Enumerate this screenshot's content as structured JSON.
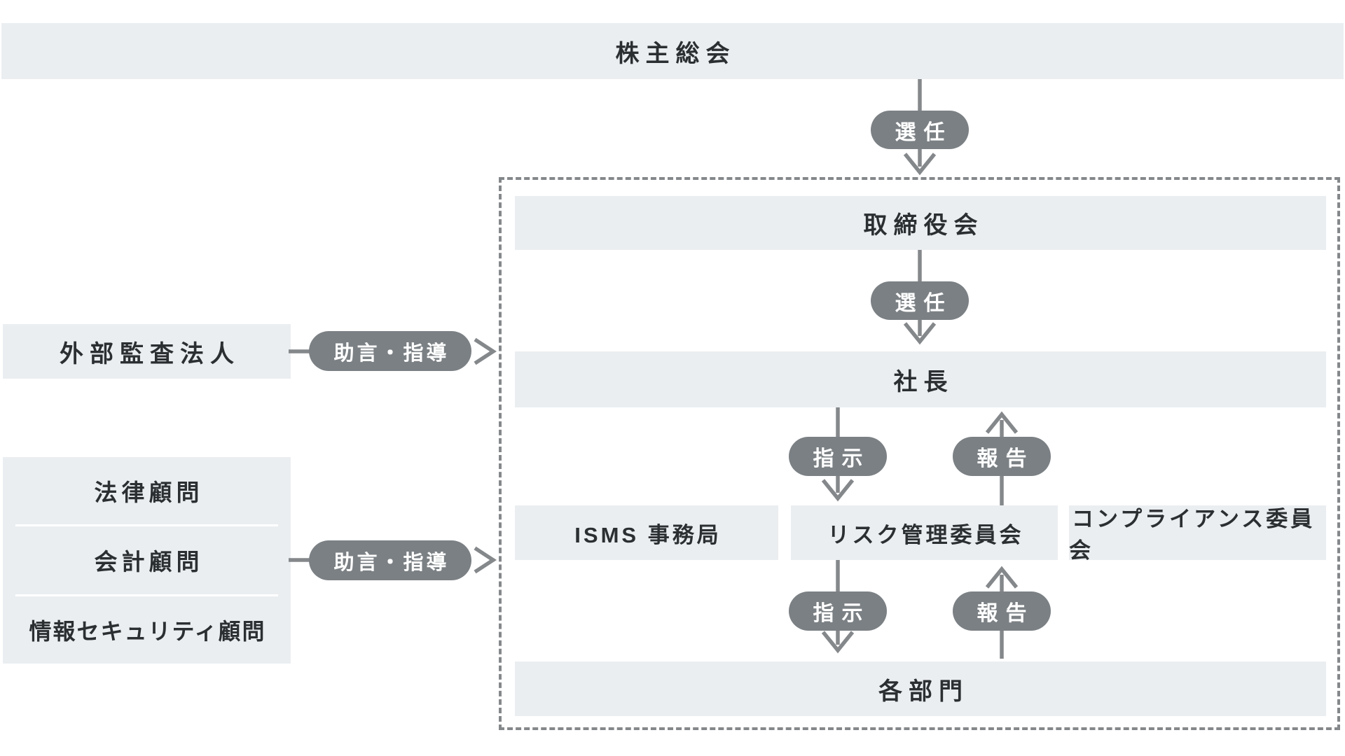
{
  "top_bar": {
    "label": "株主総会"
  },
  "governance": {
    "board": "取締役会",
    "president": "社長",
    "committees": [
      "ISMS 事務局",
      "リスク管理委員会",
      "コンプライアンス委員会"
    ],
    "departments": "各部門"
  },
  "external": {
    "audit_firm": "外部監査法人",
    "advisors": [
      "法律顧問",
      "会計顧問",
      "情報セキュリティ顧問"
    ]
  },
  "flow_labels": {
    "appoint_top": "選任",
    "appoint_board": "選任",
    "instruct_upper": "指示",
    "report_upper": "報告",
    "instruct_lower": "指示",
    "report_lower": "報告",
    "advice_audit": "助言・指導",
    "advice_advisors": "助言・指導"
  },
  "colors": {
    "bar_bg": "#ebeef1",
    "pill_bg": "#7b8084",
    "arrow": "#85888b",
    "dashed_border": "#85888b",
    "text_dark": "#2c2f32",
    "text_light": "#ffffff"
  }
}
